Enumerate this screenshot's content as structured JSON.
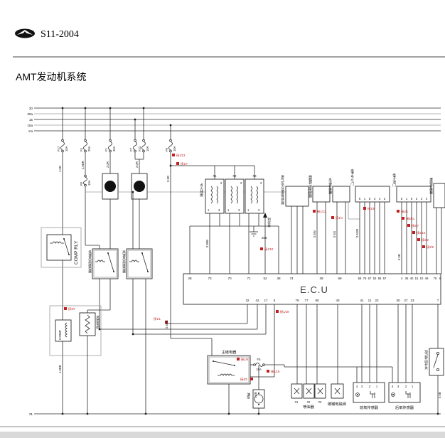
{
  "page": {
    "model": "S11-2004",
    "title": "AMT发动机系统"
  },
  "buses": {
    "labels": [
      "30",
      "30a",
      "15",
      "15a",
      "Ka"
    ],
    "ground": "31"
  },
  "fuses": [
    {
      "name": "F17",
      "rating": "10A"
    },
    {
      "name": "F4",
      "rating": "20A"
    },
    {
      "name": "F8",
      "rating": "10A"
    },
    {
      "name": "F1",
      "rating": "30A"
    },
    {
      "name": "F7",
      "rating": "15A"
    },
    {
      "name": "F22",
      "rating": "10A"
    },
    {
      "name": "F9",
      "rating": "10A"
    },
    {
      "name": "F5",
      "rating": "15A"
    }
  ],
  "components": {
    "comp_relay": "COMP RLY",
    "fan_relay_low": "低速风扇继电器",
    "fan_relay_high": "高速风扇继电器",
    "fan_motor": "M",
    "comp_clutch": "COMP",
    "fan_resistor": "风扇电阻",
    "ignition_coil_group": "点火线圈",
    "coil_ids": [
      "#1",
      "#2",
      "#3"
    ],
    "coil_pins": [
      "2",
      "1",
      "3"
    ],
    "to_meter": "到仪表",
    "to_meter_conn": "20B",
    "map_sensor": "进气压力温度传感器",
    "crank_sensor": "曲轴转速传感器",
    "coolant_sensor": "水温传感器",
    "throttle": "电子节气门",
    "throttle_pins": [
      "6",
      "1",
      "5",
      "3",
      "4",
      "2"
    ],
    "pedal": "电子油门",
    "pedal_pins": [
      "5",
      "1",
      "6",
      "3",
      "2",
      "4"
    ],
    "knock_sensor": "爆震传感器",
    "main_relay": "主继电器",
    "fuel_pump": "油泵",
    "injector_group": "喷油器",
    "injector_ids": [
      "#1",
      "#2",
      "#3"
    ],
    "canister": "碳罐电磁阀",
    "o2_front": "前氧传感器",
    "o2_front_pins": [
      "4",
      "3",
      "2",
      "1"
    ],
    "o2_rear": "后氧传感器",
    "o2_rear_pins": [
      "4",
      "3",
      "2",
      "1"
    ],
    "ps_switch": "动力转向开关"
  },
  "ecu": {
    "label": "E.C.U",
    "top_pins": [
      "28",
      "73",
      "70",
      "71",
      "52",
      "38",
      "74",
      "39",
      "69",
      "58",
      "76",
      "67",
      "53",
      "56",
      "57",
      "4",
      "36",
      "40",
      "15",
      "10",
      "49",
      "75",
      "6"
    ],
    "bottom_pins": [
      "32",
      "42",
      "17",
      "5",
      "79",
      "77",
      "80",
      "43",
      "41",
      "11",
      "22",
      "30",
      "27",
      "23",
      "7"
    ]
  },
  "tags": [
    "接1/7",
    "接1/12",
    "接1/4",
    "接1/5",
    "接2/1",
    "接2/11",
    "接2/7",
    "接2/10",
    "接2/2",
    "接2/9",
    "接1/10",
    "接1/19",
    "接1/1",
    "接1/9",
    "接1/18",
    "接4/2",
    "接3/7",
    "接1/13"
  ],
  "wire_labels": [
    "1.0R",
    "1.0BR",
    "2.0R",
    "2.0R",
    "0.5R",
    "0.85B",
    "0.5W",
    "0.5G",
    "0.5GR",
    "0.5B",
    "0.5BR",
    "1.0B",
    "1.0BR",
    "0.5B"
  ]
}
